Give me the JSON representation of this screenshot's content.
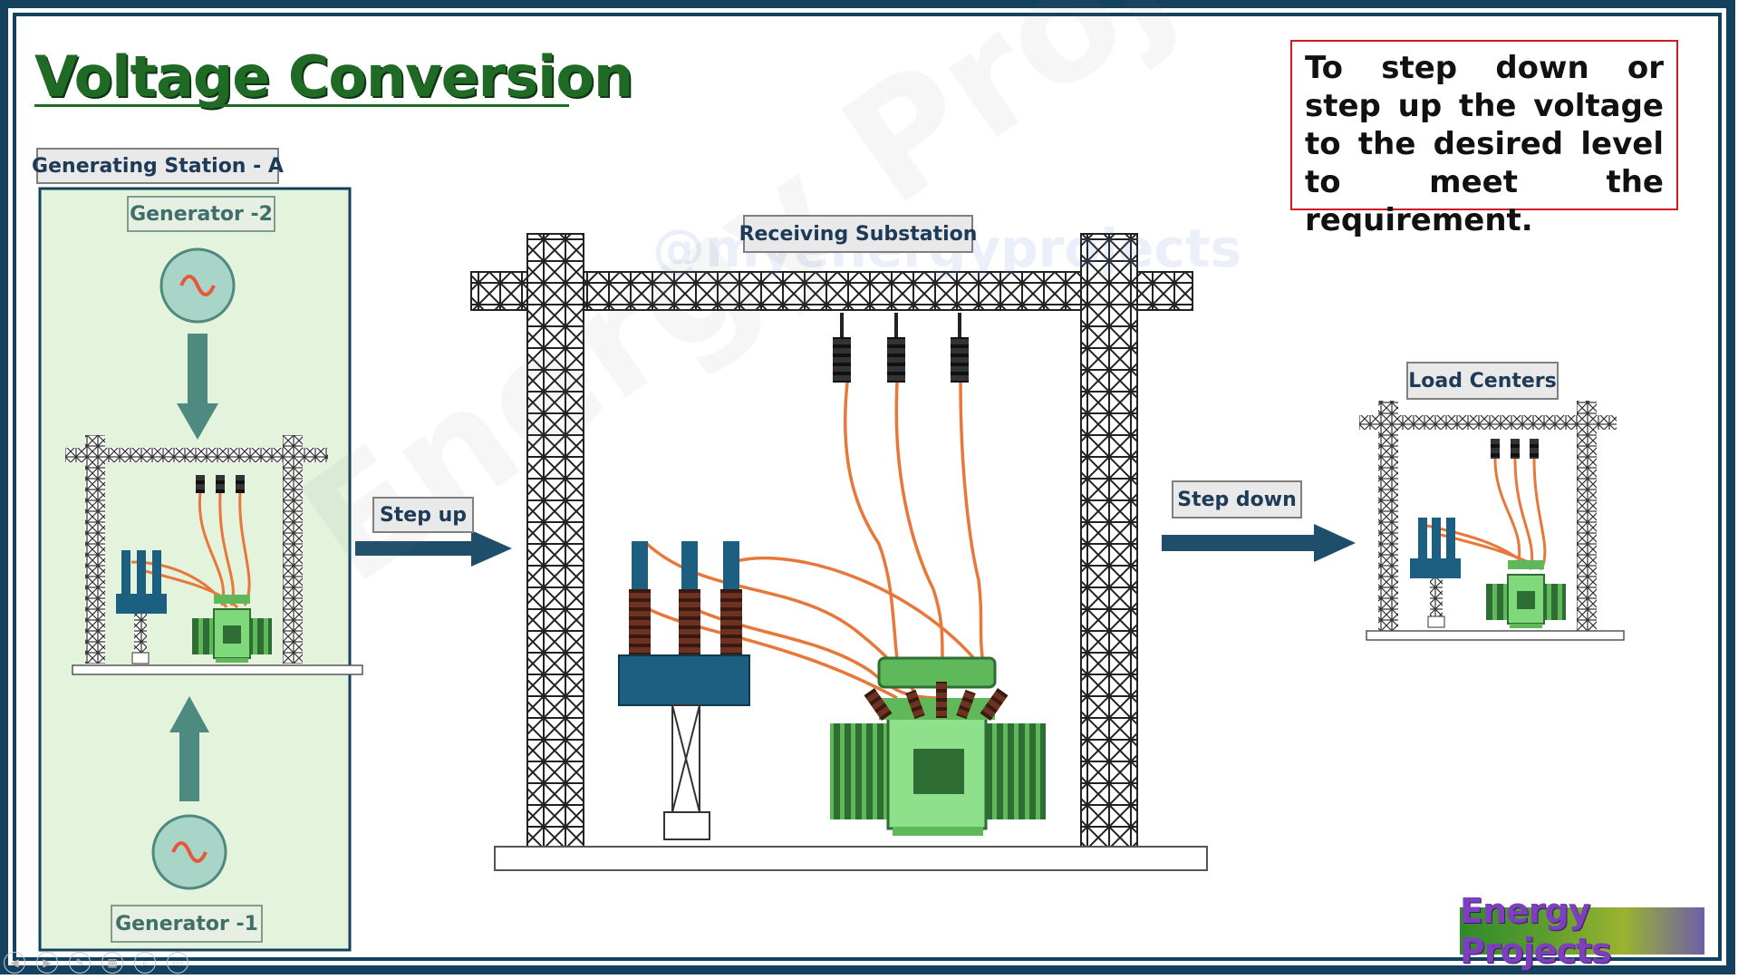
{
  "title": "Voltage Conversion",
  "purpose_text": "To step down or step up the voltage to the desired level to meet the requirement.",
  "generating_station": {
    "label": "Generating Station - A",
    "generator_top": "Generator -2",
    "generator_bottom": "Generator -1"
  },
  "step_up_label": "Step up",
  "receiving_substation_label": "Receiving Substation",
  "step_down_label": "Step down",
  "load_centers_label": "Load Centers",
  "watermark_handle": "@myenergyprojects",
  "watermark_brand": "Energy Projects",
  "brand_logo": "Energy Projects",
  "colors": {
    "frame": "#14415e",
    "title_green": "#1f6b26",
    "station_panel": "#e4f3dc",
    "tower": "#222222",
    "wire": "#e8773a",
    "insulator": "#7a3a24",
    "transformer_green": "#7fd97a",
    "transformer_dark": "#2e6e35",
    "breaker_blue": "#1d5f80",
    "arrow_teal": "#4f8a80",
    "arrow_navy": "#1f4e6b",
    "red_box": "#cf1c24"
  },
  "icons": [
    "ac-source-icon",
    "arrow-down-icon",
    "arrow-up-icon",
    "arrow-right-icon",
    "play-control-icons"
  ]
}
